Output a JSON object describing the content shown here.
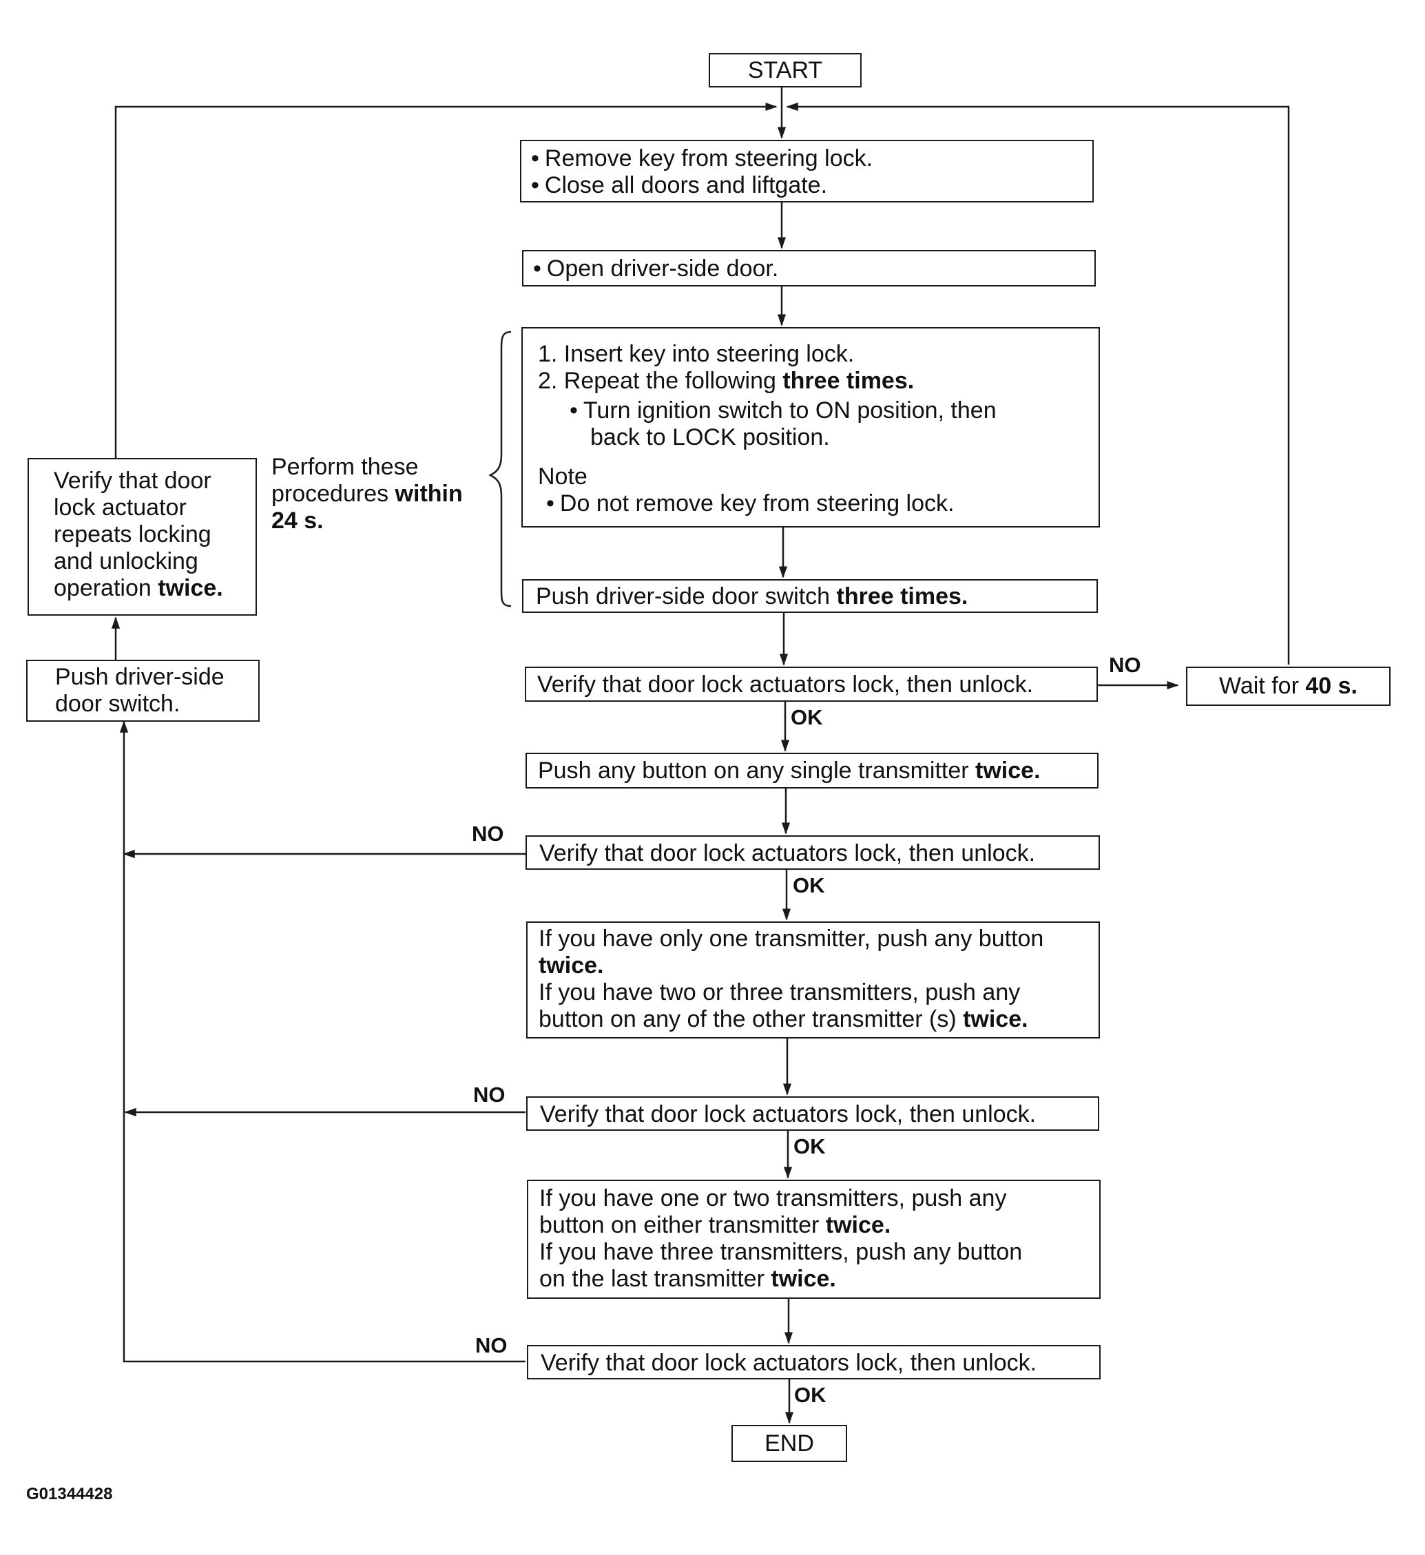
{
  "start": "START",
  "end": "END",
  "step_remove_key": {
    "line1": "Remove key from steering lock.",
    "line2": "Close all doors and liftgate."
  },
  "step_open_door": "Open driver-side door.",
  "step_insert_key": {
    "item1": "1. Insert key into steering lock.",
    "item2_pre": "2. Repeat the following ",
    "item2_bold": "three times.",
    "sub_line1": "Turn ignition switch to ON position, then",
    "sub_line2": "back to LOCK position.",
    "note_title": "Note",
    "note_text": "Do not remove key from steering lock."
  },
  "step_push_switch": {
    "pre": "Push driver-side door switch ",
    "bold": "three times."
  },
  "bracket_note": {
    "line1": "Perform these",
    "line2_pre": "procedures ",
    "line2_bold": "within",
    "line3_bold": "24 s."
  },
  "verify_text": "Verify that door lock actuators lock, then unlock.",
  "wait_box": {
    "pre": "Wait for ",
    "bold": "40 s."
  },
  "step_push_button": {
    "pre": "Push any button on any single transmitter ",
    "bold": "twice."
  },
  "step_one_transmitter": {
    "line1": "If you have only one transmitter, push any button",
    "line2_bold": "twice.",
    "line3": "If you have two or three transmitters, push any",
    "line4_pre": "button on any of the other transmitter (s) ",
    "line4_bold": "twice."
  },
  "step_two_transmitters": {
    "line1": "If you have one or two transmitters, push any",
    "line2_pre": "button on either transmitter ",
    "line2_bold": "twice.",
    "line3": "If you have three transmitters, push any button",
    "line4_pre": "on the last transmitter ",
    "line4_bold": "twice."
  },
  "left_push_switch": {
    "line1": "Push driver-side",
    "line2": "door switch."
  },
  "left_verify": {
    "line1": "Verify that door",
    "line2": "lock actuator",
    "line3": "repeats locking",
    "line4": "and unlocking",
    "line5_pre": "operation ",
    "line5_bold": "twice."
  },
  "labels": {
    "ok": "OK",
    "no": "NO"
  },
  "figure_id": "G01344428"
}
